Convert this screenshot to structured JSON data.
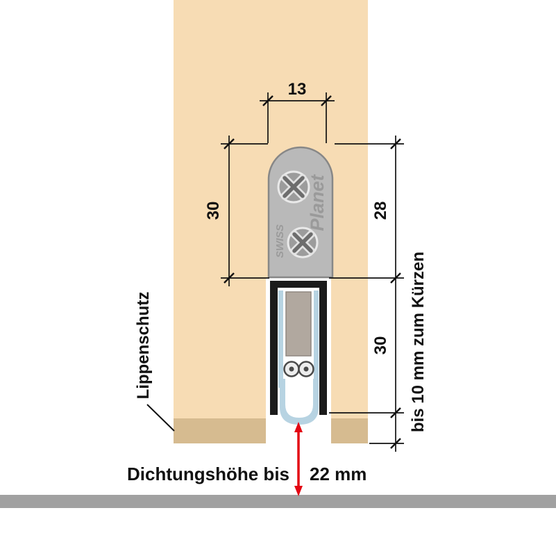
{
  "colors": {
    "door": "#f7dcb4",
    "door_bottom_edge": "#d6bb90",
    "housing": "#b9b9b9",
    "housing_border": "#878787",
    "screw": "#9c9c9c",
    "screw_rim": "#e9e9e9",
    "screw_cross": "#6d6d6d",
    "brand_text": "#9a9a9a",
    "casing_black": "#1b1b1b",
    "profile_blue": "#b7d3e2",
    "magnet_gray": "#b1a89f",
    "roller_fill": "#ededed",
    "roller_stroke": "#4a4a4a",
    "dimension_ink": "#111111",
    "arrow_red": "#e30613",
    "floor_gray": "#a1a1a1"
  },
  "branding": {
    "product_name": "Planet",
    "origin": "SWISS"
  },
  "dimensions": {
    "slot_width_mm": "13",
    "housing_height_left_mm": "30",
    "housing_height_right_mm": "28",
    "seal_height_right_mm": "30"
  },
  "labels": {
    "lip_protection": "Lippenschutz",
    "trim_allowance": "bis 10 mm zum Kürzen",
    "caption_left": "Dichtungshöhe bis",
    "caption_right": "22 mm"
  }
}
